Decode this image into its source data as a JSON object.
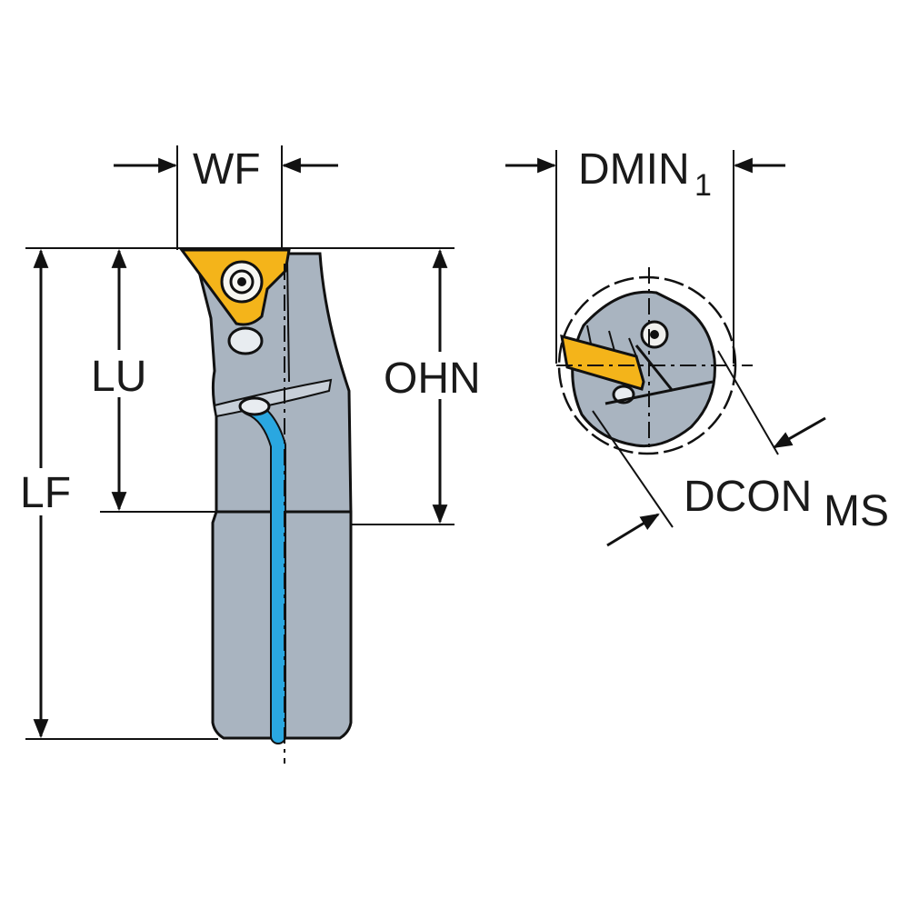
{
  "labels": {
    "wf": "WF",
    "lu": "LU",
    "lf": "LF",
    "ohn": "OHN",
    "dmin": "DMIN",
    "dmin_sub": "1",
    "dcon": "DCON",
    "dcon_sub": "MS"
  },
  "colors": {
    "body": "#a9b4c0",
    "insert": "#f4b41a",
    "coolant": "#2aa7e0",
    "line": "#111111"
  },
  "icons": {
    "screw": "torx-screw-icon"
  }
}
